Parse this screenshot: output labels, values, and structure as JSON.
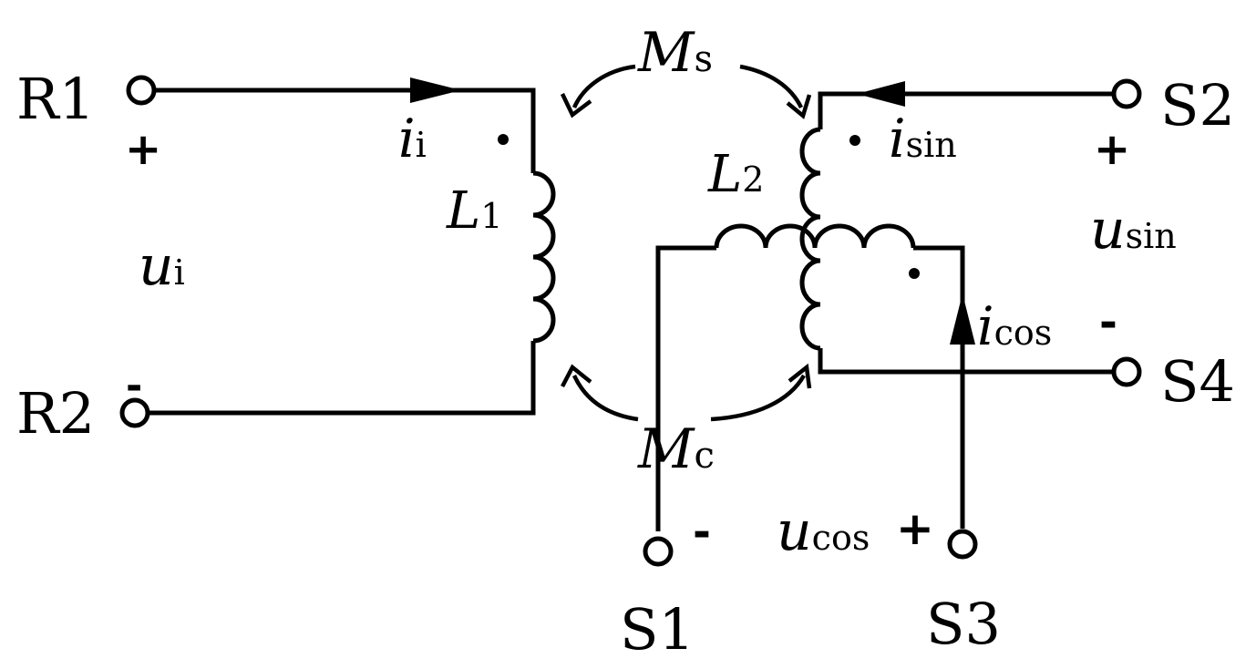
{
  "terminals": {
    "r1": "R1",
    "r2": "R2",
    "s1": "S1",
    "s2": "S2",
    "s3": "S3",
    "s4": "S4"
  },
  "mutual": {
    "ms_main": "M",
    "ms_sub": "s",
    "mc_main": "M",
    "mc_sub": "c"
  },
  "inductors": {
    "l1_main": "L",
    "l1_sub": "1",
    "l2_main": "L",
    "l2_sub": "2"
  },
  "currents": {
    "ii_main": "i",
    "ii_sub": "i",
    "isin_main": "i",
    "isin_sub": "sin",
    "icos_main": "i",
    "icos_sub": "cos"
  },
  "voltages": {
    "ui_main": "u",
    "ui_sub": "i",
    "usin_main": "u",
    "usin_sub": "sin",
    "ucos_main": "u",
    "ucos_sub": "cos"
  },
  "polarity": {
    "r1_sign": "+",
    "r2_sign": "-",
    "s2_sign": "+",
    "s4_sign": "-",
    "s1_sign": "-",
    "s3_sign": "+"
  }
}
